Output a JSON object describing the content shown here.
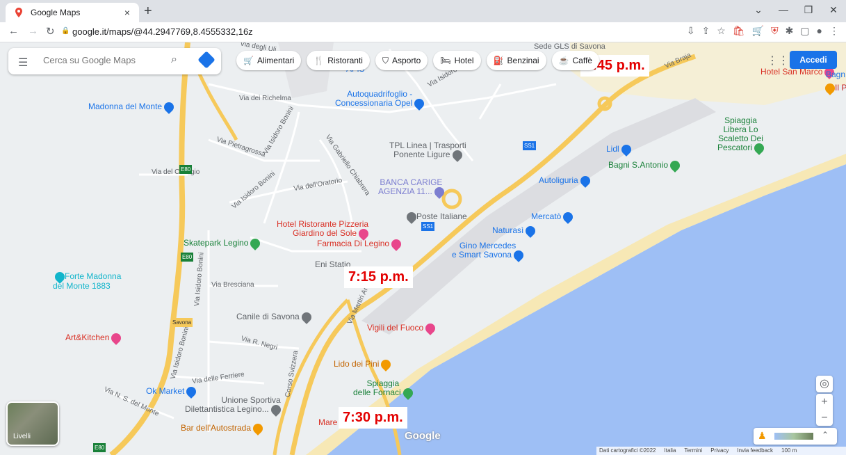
{
  "browser": {
    "tab_title": "Google Maps",
    "tab_close": "×",
    "new_tab": "+",
    "url": "google.it/maps/@44.2947769,8.4555332,16z",
    "win_min": "—",
    "win_max": "❐",
    "win_close": "✕",
    "win_down": "⌄"
  },
  "search": {
    "placeholder": "Cerca su Google Maps"
  },
  "chips": [
    {
      "icon": "🛒",
      "label": "Alimentari"
    },
    {
      "icon": "🍴",
      "label": "Ristoranti"
    },
    {
      "icon": "⛉",
      "label": "Asporto"
    },
    {
      "icon": "🛏",
      "label": "Hotel"
    },
    {
      "icon": "⛽",
      "label": "Benzinai"
    },
    {
      "icon": "☕",
      "label": "Caffè"
    }
  ],
  "accedi": "Accedi",
  "layers_label": "Livelli",
  "time_markers": [
    "7:45 p.m.",
    "7:15 p.m.",
    "7:30 p.m."
  ],
  "places": {
    "madonna_monte": "Madonna del Monte",
    "afis": "AFIS",
    "sede_gls": "Sede GLS di Savona",
    "hotel_san_marco": "Hotel San Marco",
    "bagn": "Bagn",
    "il_p": "Il P",
    "autoquadrifoglio": "Autoquadrifoglio -\nConcessionaria Opel",
    "tpl_linea": "TPL Linea | Trasporti\nPonente Ligure",
    "spiaggia_libera": "Spiaggia\nLibera Lo\nScaletto Dei\nPescatori",
    "lidl": "Lidl",
    "bagni_s_antonio": "Bagni S.Antonio",
    "banca_carige": "BANCA CARIGE\nAGENZIA 11...",
    "autoliguria": "Autoliguria",
    "poste_italiane": "Poste Italiane",
    "mercato": "Mercatò",
    "hotel_ristorante": "Hotel Ristorante Pizzeria\nGiardino del Sole",
    "naturasi": "Naturasì",
    "gino_mercedes": "Gino Mercedes\ne Smart Savona",
    "skatepark": "Skatepark Legino",
    "farmacia": "Farmacia Di Legino",
    "eni_station": "Eni Statio",
    "forte_madonna": "Forte Madonna\ndel Monte 1883",
    "canile": "Canile di Savona",
    "vigili": "Vigili del Fuoco",
    "art_kitchen": "Art&Kitchen",
    "lido_pini": "Lido dei Pini",
    "spiaggia_fornaci": "Spiaggia\ndelle Fornaci",
    "ok_market": "Ok Market",
    "unione_sportiva": "Unione Sportiva\nDilettantistica Legino...",
    "bar_autostrada": "Bar dell'Autostrada",
    "mare": "Mare"
  },
  "streets": {
    "via_degli": "Via degli Uli",
    "via_richelma": "Via dei Richelma",
    "via_braja": "Via Braja",
    "via_isidoro_bo": "Via Isidoro Bo",
    "via_isidoro_bonini_1": "Via Isidoro Bonini",
    "via_pietragrossa": "Via Pietragrossa",
    "via_gabriello": "Via Gabriello Chiabrera",
    "via_del_collegio": "Via del Collegio",
    "via_oratorio": "Via dell'Oratorio",
    "via_isidoro_bonini_2": "Via Isidoro Bonini",
    "via_isidoro_bonini_3": "Via Isidoro Bonini",
    "via_bresciana": "Via Bresciana",
    "via_r_negri": "Via R. Negri",
    "via_ferriere": "Via delle Ferriere",
    "via_n_s_monte": "Via N. S. del Monte",
    "corso_svizzera": "Corso Svizzera",
    "via_martiri": "Via Martiri Arti",
    "via_isidoro_bonini_4": "Via Isidoro Bonini"
  },
  "road_shields": [
    "E80",
    "E80",
    "E80",
    "SS1",
    "SS1",
    "Savona"
  ],
  "footer": [
    "Dati cartografici ©2022",
    "Italia",
    "Termini",
    "Privacy",
    "Invia feedback",
    "100 m"
  ],
  "google_logo": "Google",
  "colors": {
    "sea": "#9ebff5",
    "beach": "#f7e8b5",
    "highway": "#f6c95a",
    "time_text": "#e30000",
    "accent": "#1a73e8"
  }
}
